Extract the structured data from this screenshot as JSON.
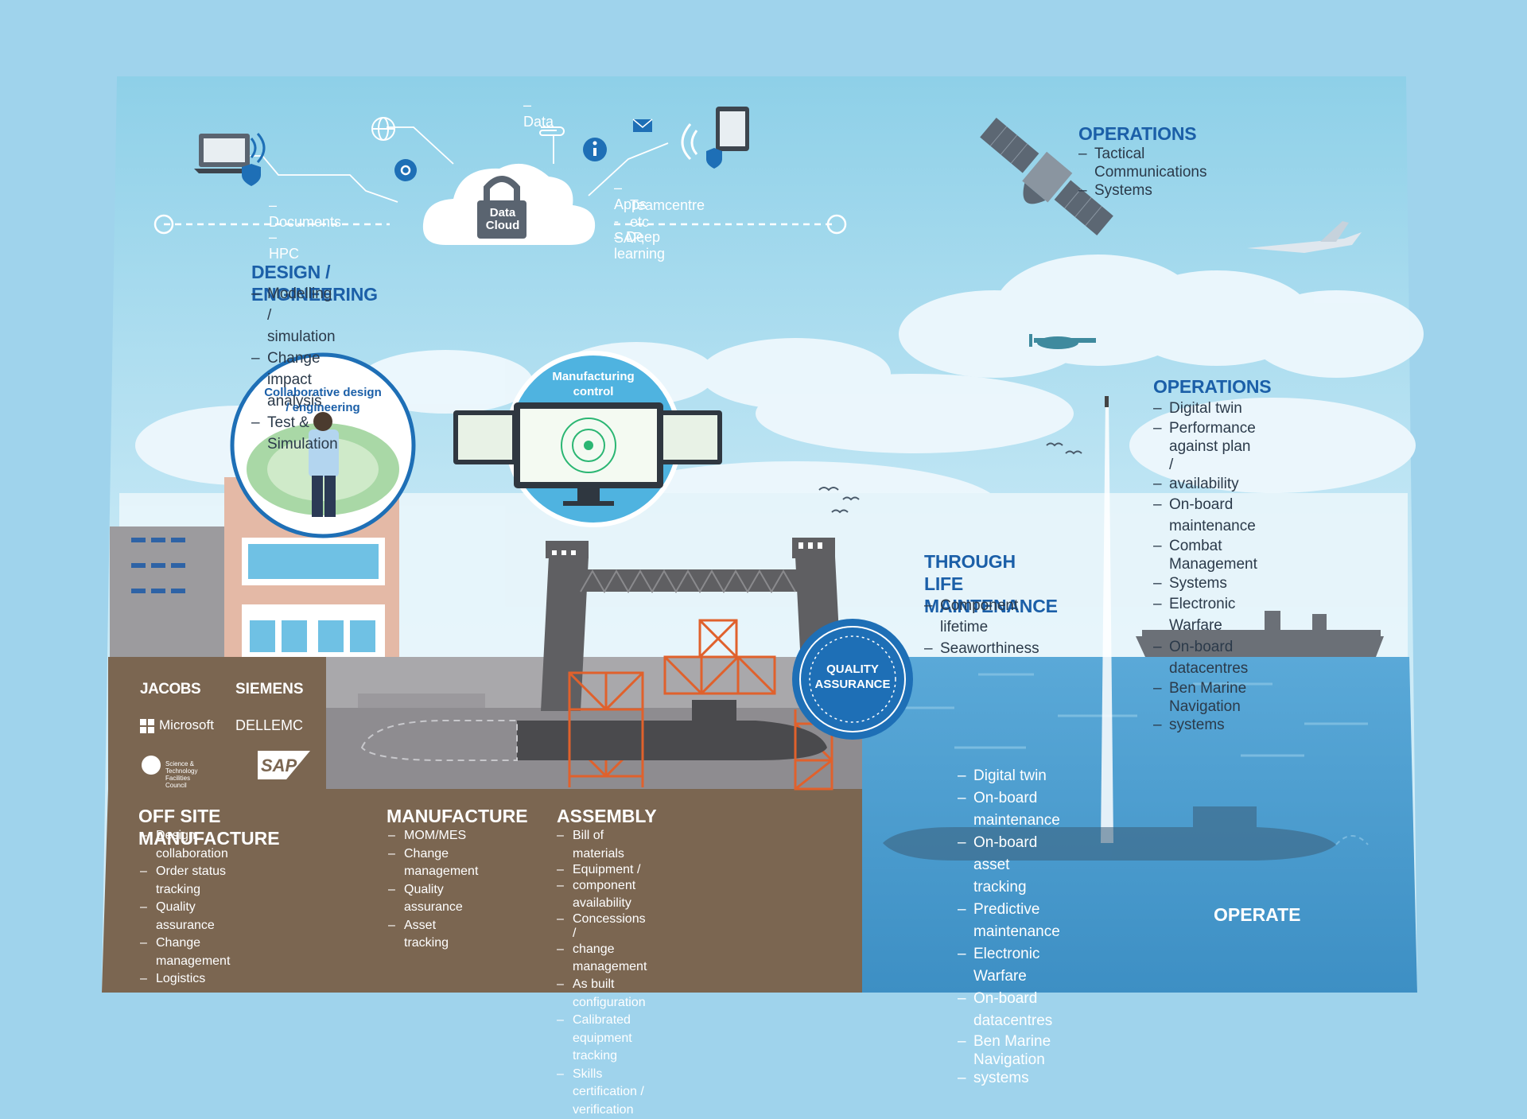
{
  "cloud": {
    "label_line1": "Data",
    "label_line2": "Cloud",
    "left_items": [
      "Documents",
      "HPC"
    ],
    "top_item": "Data",
    "right_items": [
      "Apps - SAP,",
      "Teamcentre etc",
      "Deep learning"
    ]
  },
  "design": {
    "title": "DESIGN / ENGINEERING",
    "items": [
      "Modelling / simulation",
      "Change impact analysis",
      "Test & Simulation"
    ]
  },
  "operations_top": {
    "title": "OPERATIONS",
    "items": [
      "Tactical Communications",
      "Systems"
    ]
  },
  "operations_right": {
    "title": "OPERATIONS",
    "items": [
      "Digital twin",
      "Performance against plan /",
      "availability",
      "On-board maintenance",
      "Combat Management",
      "Systems",
      "Electronic Warfare",
      "On-board datacentres",
      "Ben Marine Navigation",
      "systems"
    ]
  },
  "through_life": {
    "title_line1": "THROUGH LIFE",
    "title_line2": "MAINTENANCE",
    "items": [
      "Component lifetime",
      "Seaworthiness"
    ]
  },
  "badges": {
    "collab_line1": "Collaborative design",
    "collab_line2": "/ engineering",
    "mfg_line1": "Manufacturing",
    "mfg_line2": "control",
    "quality_line1": "QUALITY",
    "quality_line2": "ASSURANCE"
  },
  "partners": {
    "jacobs": "JACOBS",
    "siemens": "SIEMENS",
    "microsoft": "Microsoft",
    "dell": "DELLEMC",
    "stfc_line1": "Science & Technology",
    "stfc_line2": "Facilities Council",
    "sap": "SAP"
  },
  "offsite": {
    "title": "OFF SITE MANUFACTURE",
    "items": [
      "Design collaboration",
      "Order status tracking",
      "Quality assurance",
      "Change management",
      "Logistics"
    ]
  },
  "manufacture": {
    "title": "MANUFACTURE",
    "items": [
      "MOM/MES",
      "Change management",
      "Quality assurance",
      "Asset tracking"
    ]
  },
  "assembly": {
    "title": "ASSEMBLY",
    "items": [
      "Bill of materials",
      "Equipment /",
      "component availability",
      "Concessions /",
      "change management",
      "As built configuration",
      "Calibrated equipment tracking",
      "Skills certification / verification"
    ]
  },
  "operate": {
    "title": "OPERATE",
    "items": [
      "Digital twin",
      "On-board maintenance",
      "On-board asset tracking",
      "Predictive maintenance",
      "Electronic Warfare",
      "On-board datacentres",
      "Ben Marine Navigation",
      "systems"
    ]
  },
  "colors": {
    "page": "#9fd3ec",
    "sky": "#bfe4f4",
    "sea": "#4a9bcc",
    "ground": "#7b6651",
    "heading_blue": "#1b5fa8",
    "badge_blue": "#1e6fb6"
  }
}
